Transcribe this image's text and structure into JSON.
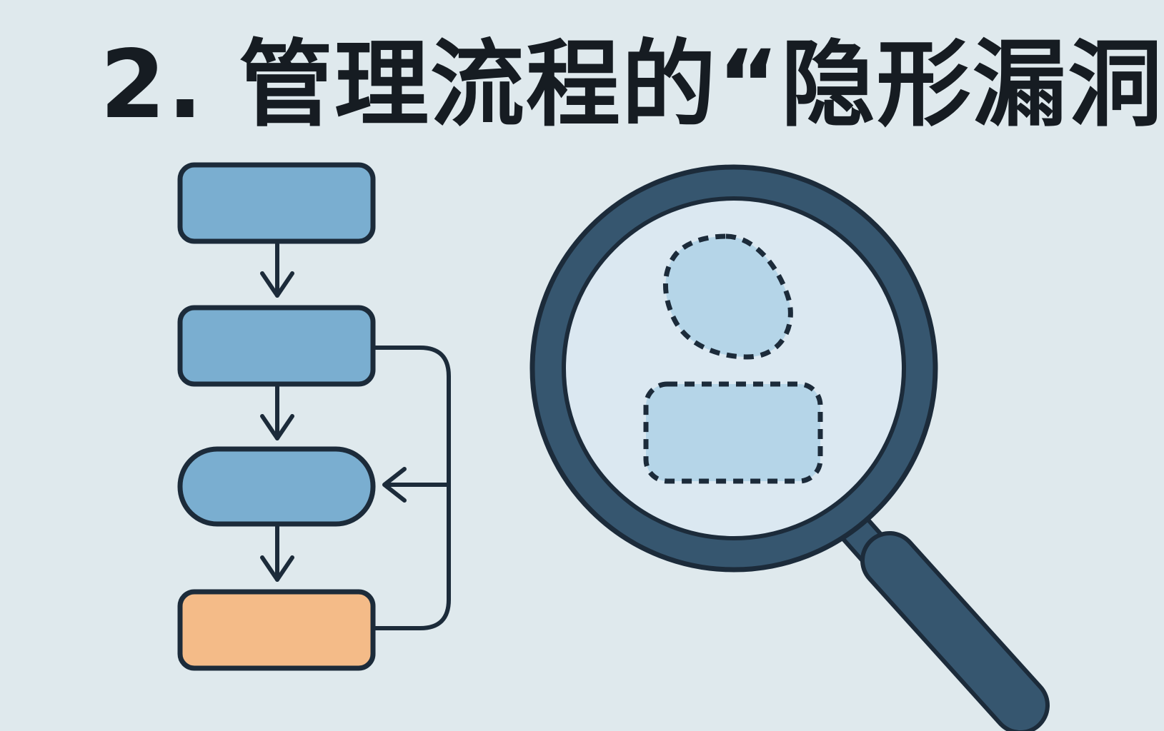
{
  "title": "2. 管理流程的“隐形漏洞",
  "colors": {
    "background": "#dfe9ed",
    "outline": "#1c2b3a",
    "step_fill": "#7aaed0",
    "last_step_fill": "#f4bb88",
    "lens_ring": "#36566f",
    "lens_glass": "#dbe8f1",
    "hidden_shape_fill": "#b5d5e8"
  },
  "flowchart": {
    "steps": [
      {
        "shape": "rectangle",
        "fill": "step"
      },
      {
        "shape": "rectangle",
        "fill": "step"
      },
      {
        "shape": "pill",
        "fill": "step"
      },
      {
        "shape": "rectangle",
        "fill": "last_step"
      }
    ],
    "feedback_loop": true
  },
  "icons": {
    "magnifier": "magnifying-glass-icon",
    "hidden_person": "dashed-person-icon"
  }
}
